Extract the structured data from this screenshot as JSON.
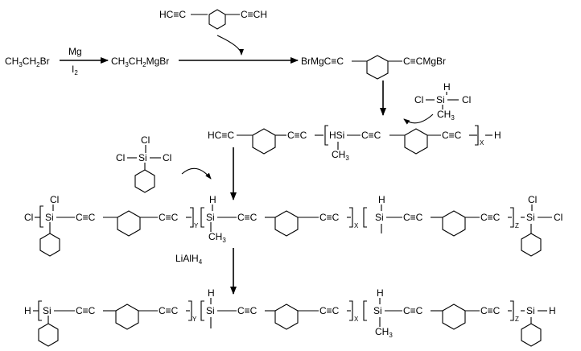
{
  "reagents": {
    "ethyl_bromide": [
      "CH",
      "3",
      "CH",
      "2",
      "Br"
    ],
    "mg": "Mg",
    "i2": [
      "I",
      "2"
    ],
    "grignard": [
      "CH",
      "3",
      "CH",
      "2",
      "MgBr"
    ],
    "diethynyl_left": "HC≡C",
    "diethynyl_right": "C≡CH",
    "bis_grignard_left": "BrMgC≡C",
    "bis_grignard_right": "C≡CMgBr",
    "silane_h": "H",
    "silane_cl_left": "Cl",
    "silane_si": "Si",
    "silane_cl_right": "Cl",
    "silane_ch3": [
      "CH",
      "3"
    ],
    "phsicl3_cl_top": "Cl",
    "phsicl3_cl_left": "Cl",
    "phsicl3_si": "Si",
    "phsicl3_cl_right": "Cl",
    "lialh4": [
      "LiAlH",
      "4"
    ]
  },
  "intermediate": {
    "left": "HC≡C",
    "mid": "C≡C",
    "hsi": "HSi",
    "c_c": "C≡C",
    "right": "C≡C",
    "ch3": [
      "CH",
      "3"
    ],
    "h": "H",
    "x": "X"
  },
  "product_cl": {
    "cl_end": "Cl",
    "cl_top": "Cl",
    "si": "Si",
    "c1": "C≡C",
    "c2": "C≡C",
    "y": "Y",
    "h1": "H",
    "si2": "Si",
    "c3": "C≡C",
    "ch3_1": [
      "CH",
      "3"
    ],
    "c4": "C≡C",
    "x": "X",
    "h2": "H",
    "si3": "Si",
    "c5": "C≡C",
    "c6": "C≡C",
    "z": "Z",
    "cl_top_r": "Cl",
    "si4": "Si",
    "cl_end_r": "Cl"
  },
  "product_h": {
    "h_end": "H",
    "si": "Si",
    "c1": "C≡C",
    "c2": "C≡C",
    "y": "Y",
    "h1": "H",
    "si2": "Si",
    "c3": "C≡C",
    "c4": "C≡C",
    "x": "X",
    "h2": "H",
    "si3": "Si",
    "c5": "C≡C",
    "ch3": [
      "CH",
      "3"
    ],
    "c6": "C≡C",
    "z": "Z",
    "si4": "Si",
    "h_end_r": "H"
  }
}
